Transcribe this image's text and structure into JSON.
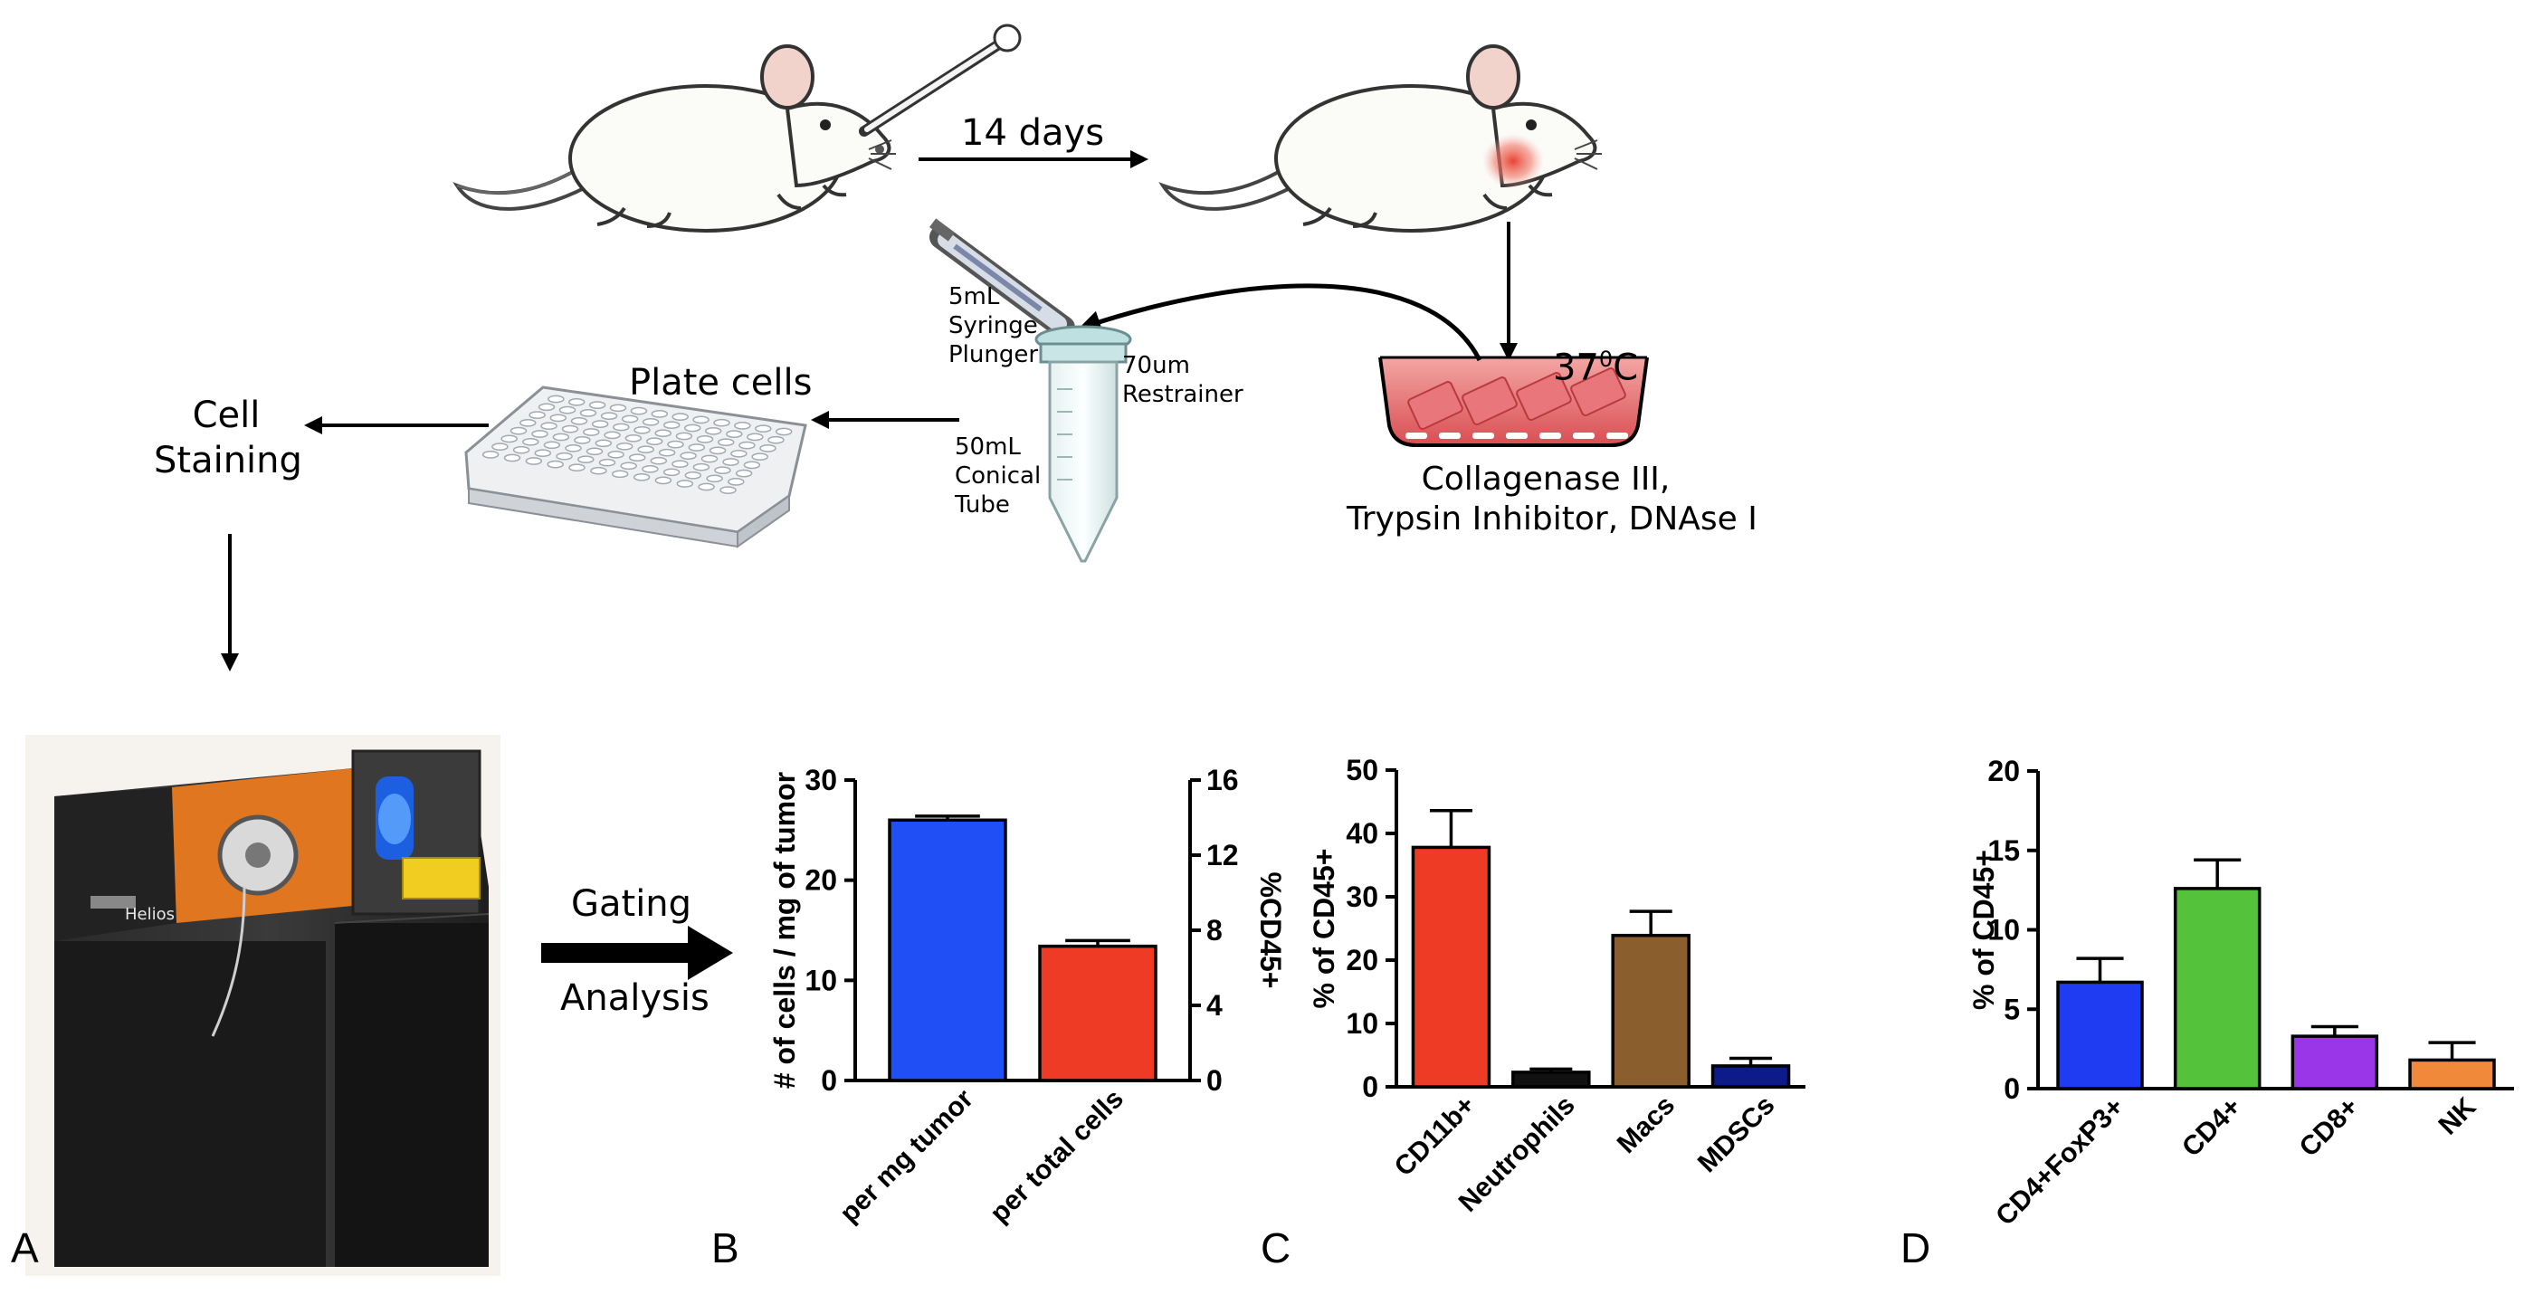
{
  "workflow": {
    "timeline": "14 days",
    "temperature": "37",
    "temperature_sup": "0",
    "temperature_unit": "C",
    "enzymes_line1": "Collagenase III,",
    "enzymes_line2": "Trypsin Inhibitor, DNAse I",
    "syringe_line1": "5mL",
    "syringe_line2": "Syringe",
    "syringe_line3": "Plunger",
    "strainer_line1": "70um",
    "strainer_line2": "Restrainer",
    "tube_line1": "50mL",
    "tube_line2": "Conical",
    "tube_line3": "Tube",
    "plate_label": "Plate cells",
    "staining_line1": "Cell",
    "staining_line2": "Staining",
    "gating_line1": "Gating",
    "gating_line2": "Analysis",
    "instrument_brand": "Helios"
  },
  "panels": {
    "a": "A",
    "b": "B",
    "c": "C",
    "d": "D"
  },
  "chart_data": [
    {
      "id": "B",
      "type": "bar",
      "categories": [
        "per mg tumor",
        "per total cells"
      ],
      "series": [
        {
          "axis": "left",
          "values": [
            26.0,
            null
          ],
          "errors": [
            0.4,
            null
          ],
          "color": "#1f4ff5"
        },
        {
          "axis": "right",
          "values": [
            null,
            7.15
          ],
          "errors": [
            null,
            0.3
          ],
          "color": "#ee3b25"
        }
      ],
      "ylabel": "# of cells / mg of tumor",
      "ylim": [
        0,
        30
      ],
      "yticks": [
        0,
        10,
        20,
        30
      ],
      "y2label": "%CD45+",
      "y2lim": [
        0,
        16
      ],
      "y2ticks": [
        0,
        4,
        8,
        12,
        16
      ]
    },
    {
      "id": "C",
      "type": "bar",
      "categories": [
        "CD11b+",
        "Neutrophils",
        "Macs",
        "MDSCs"
      ],
      "values": [
        37.8,
        2.3,
        23.9,
        3.3
      ],
      "errors": [
        5.8,
        0.5,
        3.8,
        1.2
      ],
      "colors": [
        "#ee3b25",
        "#111111",
        "#8b5e2e",
        "#0c1a8a"
      ],
      "ylabel": "% of CD45+",
      "ylim": [
        0,
        50
      ],
      "yticks": [
        0,
        10,
        20,
        30,
        40,
        50
      ]
    },
    {
      "id": "D",
      "type": "bar",
      "categories": [
        "CD4+FoxP3+",
        "CD4+",
        "CD8+",
        "NK"
      ],
      "values": [
        6.7,
        12.6,
        3.3,
        1.8
      ],
      "errors": [
        1.5,
        1.8,
        0.6,
        1.1
      ],
      "colors": [
        "#1f3cf2",
        "#55c23c",
        "#9b36e8",
        "#f08a3a"
      ],
      "ylabel": "% of CD45+",
      "ylim": [
        0,
        20
      ],
      "yticks": [
        0,
        5,
        10,
        15,
        20
      ]
    }
  ]
}
